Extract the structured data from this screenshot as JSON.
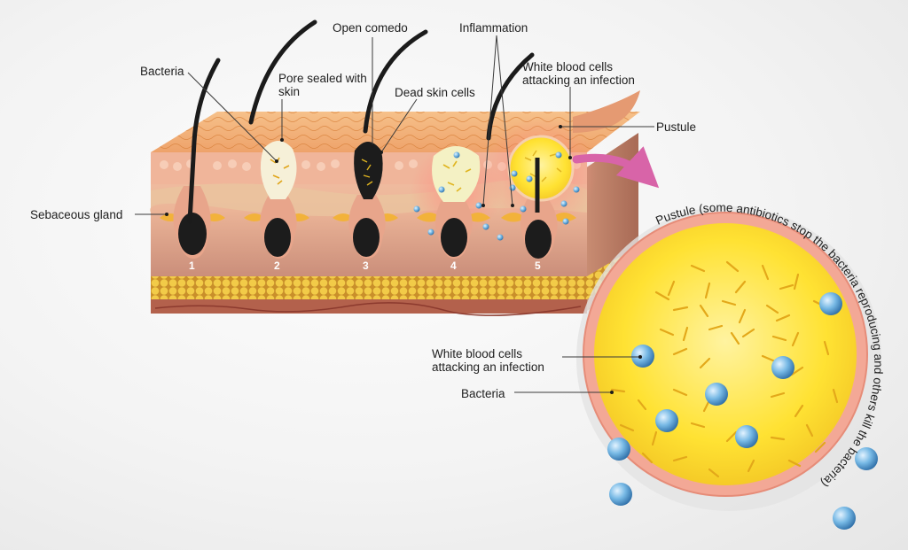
{
  "labels": {
    "bacteria": "Bacteria",
    "pore_sealed": "Pore sealed with skin",
    "open_comedo": "Open comedo",
    "dead_skin_cells": "Dead skin cells",
    "inflammation": "Inflammation",
    "wbc_top": "White blood cells attacking an infection",
    "pustule": "Pustule",
    "sebaceous_gland": "Sebaceous gland",
    "wbc_bottom": "White blood cells attacking an infection",
    "bacteria_bottom": "Bacteria",
    "pustule_arc": "Pustule (some antibiotics stop the bacteria reproducing and others kill the bacteria)"
  },
  "stage_numbers": [
    "1",
    "2",
    "3",
    "4",
    "5"
  ],
  "colors": {
    "epidermis": "#f4b486",
    "dermis": "#d89a7c",
    "fat": "#e7b83a",
    "hair": "#1b1b1b",
    "pustule_fill": "#ffe33a",
    "pustule_rim": "#f2a58f",
    "white_blood_cell": "#5fa8da",
    "arrow": "#d864a8"
  }
}
